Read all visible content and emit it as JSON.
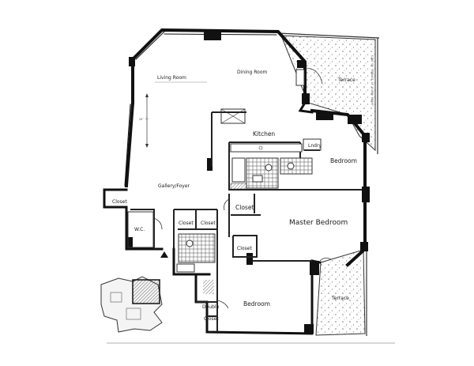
{
  "floor_plan": {
    "rooms": {
      "living_room": "Living Room",
      "dining_room": "Dining Room",
      "terrace_north": "Terrace",
      "kitchen": "Kitchen",
      "bedroom": "Bedroom",
      "gallery_foyer": "Gallery/Foyer",
      "closet_gallery": "Closet",
      "wc": "W.C.",
      "closet_bath_left": "Closet",
      "closet_bath_right": "Closet",
      "closet_hall": "Closet",
      "master_bedroom": "Master Bedroom",
      "closet_master": "Closet",
      "bedroom_south": "Bedroom",
      "double_closet": "Double",
      "closet_south": "Closet",
      "terrace_south": "Terrace"
    },
    "small_labels": {
      "living_dim": "28' 9\"",
      "terrace_note": "LINE OF TERRACE AT FLOOR ABOVE",
      "laundry": "Lndry"
    },
    "colors": {
      "wall": "#111111",
      "thin_wall": "#333333",
      "hatch": "#444444",
      "tile": "#666666",
      "terrace_dots": "#777777"
    }
  }
}
